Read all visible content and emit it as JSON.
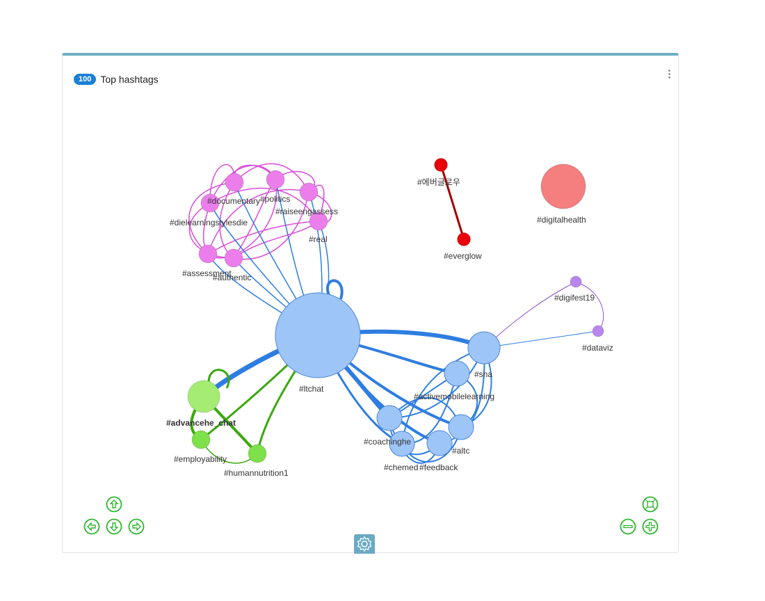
{
  "panel": {
    "badge": "100",
    "title": "Top hashtags"
  },
  "colors": {
    "accent": "#6fafc3",
    "badge": "#1a7fd6",
    "controls": "#2fb52f"
  },
  "controls": {
    "up": "arrow-up-icon",
    "down": "arrow-down-icon",
    "left": "arrow-left-icon",
    "right": "arrow-right-icon",
    "fit": "fit-screen-icon",
    "zoom_out": "zoom-out-icon",
    "zoom_in": "zoom-in-icon",
    "settings": "gear-icon"
  },
  "graph": {
    "nodes": [
      {
        "id": "ltchat",
        "label": "#ltchat",
        "color": "#9ec5f8"
      },
      {
        "id": "documentary",
        "label": "#documentary",
        "color": "#ec7eec"
      },
      {
        "id": "politics",
        "label": "#politics",
        "color": "#ec7eec"
      },
      {
        "id": "raiseengassess",
        "label": "#raiseengassess",
        "color": "#ec7eec"
      },
      {
        "id": "dielearningstylesdie",
        "label": "#dielearningstylesdie",
        "color": "#ec7eec"
      },
      {
        "id": "real",
        "label": "#real",
        "color": "#ec7eec"
      },
      {
        "id": "assessment",
        "label": "#assessment",
        "color": "#ec7eec"
      },
      {
        "id": "authentic",
        "label": "#authentic",
        "color": "#ec7eec"
      },
      {
        "id": "everglow_kr",
        "label": "#에버글로우",
        "color": "#e8000b"
      },
      {
        "id": "everglow",
        "label": "#everglow",
        "color": "#e8000b"
      },
      {
        "id": "digitalhealth",
        "label": "#digitalhealth",
        "color": "#f57e7e"
      },
      {
        "id": "digifest19",
        "label": "#digifest19",
        "color": "#b886ec"
      },
      {
        "id": "dataviz",
        "label": "#dataviz",
        "color": "#b886ec"
      },
      {
        "id": "sna",
        "label": "#sna",
        "color": "#9ec5f8"
      },
      {
        "id": "activemobilelearning",
        "label": "#activemobilelearning",
        "color": "#9ec5f8"
      },
      {
        "id": "coachinghe",
        "label": "#coachinghe",
        "color": "#9ec5f8"
      },
      {
        "id": "altc",
        "label": "#altc",
        "color": "#9ec5f8"
      },
      {
        "id": "chemed",
        "label": "#chemed",
        "color": "#9ec5f8"
      },
      {
        "id": "feedback",
        "label": "#feedback",
        "color": "#9ec5f8"
      },
      {
        "id": "advancehe_chat",
        "label": "#advancehe_chat",
        "color": "#a4ec72"
      },
      {
        "id": "employability",
        "label": "#employability",
        "color": "#7ee04a"
      },
      {
        "id": "humannutrition1",
        "label": "#humannutrition1",
        "color": "#7ee04a"
      }
    ]
  }
}
